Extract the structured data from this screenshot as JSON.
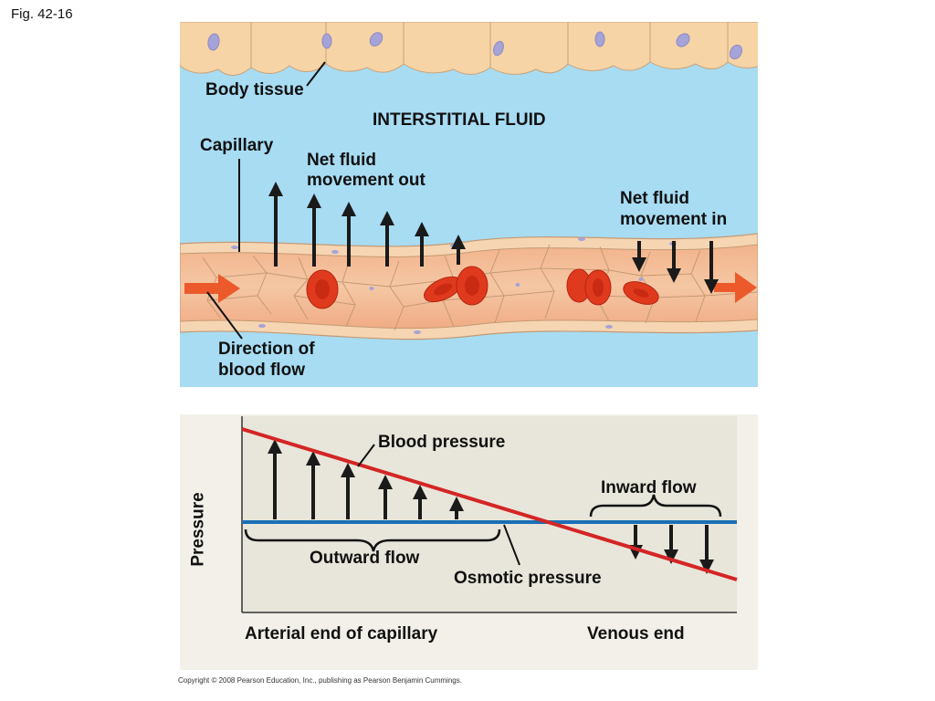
{
  "figure": {
    "label": "Fig. 42-16",
    "copyright": "Copyright © 2008 Pearson Education, Inc., publishing as Pearson Benjamin Cummings."
  },
  "top_diagram": {
    "labels": {
      "body_tissue": "Body tissue",
      "interstitial_fluid": "INTERSTITIAL FLUID",
      "capillary": "Capillary",
      "net_out_line1": "Net fluid",
      "net_out_line2": "movement out",
      "net_in_line1": "Net fluid",
      "net_in_line2": "movement in",
      "flow_dir_line1": "Direction of",
      "flow_dir_line2": "blood flow"
    },
    "colors": {
      "interstitial_fluid": "#a7dcf3",
      "tissue_cells": "#f7d4a5",
      "cell_nucleus": "#a5a3d8",
      "capillary_wall": "#f6d5b2",
      "blood": "#f0a27a",
      "red_blood_cell": "#e03a1e",
      "flow_arrow": "#ec5a2c"
    },
    "outward_arrows": 6,
    "inward_arrows": 3
  },
  "pressure_graph": {
    "y_label": "Pressure",
    "x_left_label": "Arterial end of capillary",
    "x_right_label": "Venous end",
    "blood_pressure_label": "Blood pressure",
    "osmotic_pressure_label": "Osmotic pressure",
    "outward_flow_label": "Outward flow",
    "inward_flow_label": "Inward flow",
    "colors": {
      "background": "#e8e6da",
      "blood_pressure_line": "#d42525",
      "osmotic_pressure_line": "#1a6fb5"
    }
  }
}
